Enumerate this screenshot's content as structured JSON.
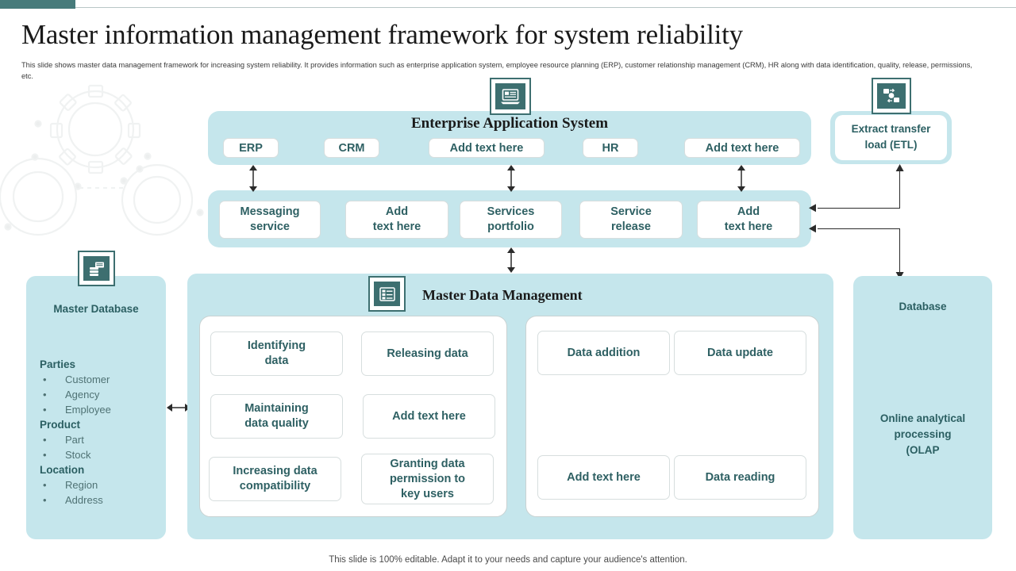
{
  "header": {
    "title": "Master information management framework for system reliability",
    "subtitle": "This slide shows master data management  framework for increasing system reliability. It provides information such as enterprise application system, employee resource planning (ERP),  customer relationship management  (CRM), HR  along with data identification, quality, release, permissions, etc."
  },
  "colors": {
    "accent_dark": "#3d6f70",
    "panel_fill": "#c5e6ec",
    "text_teal": "#2b5f62",
    "topbar": "#477b7b"
  },
  "enterprise_application_system": {
    "title": "Enterprise Application System",
    "icon": "laptop-icon",
    "chips": [
      "ERP",
      "CRM",
      "Add text here",
      "HR",
      "Add text here"
    ]
  },
  "services_band": {
    "chips": [
      "Messaging\nservice",
      "Add\ntext here",
      "Services\nportfolio",
      "Service\nrelease",
      "Add\ntext here"
    ],
    "chip_lines": [
      [
        "Messaging",
        "service"
      ],
      [
        "Add",
        "text here"
      ],
      [
        "Services",
        "portfolio"
      ],
      [
        "Service",
        "release"
      ],
      [
        "Add",
        "text here"
      ]
    ]
  },
  "etl": {
    "icon": "data-transfer-icon",
    "label_lines": [
      "Extract transfer",
      "load (ETL)"
    ]
  },
  "master_database": {
    "icon": "database-stack-icon",
    "heading": "Master Database",
    "groups": [
      {
        "name": "Parties",
        "items": [
          "Customer",
          "Agency",
          "Employee"
        ]
      },
      {
        "name": "Product",
        "items": [
          "Part",
          "Stock"
        ]
      },
      {
        "name": "Location",
        "items": [
          "Region",
          "Address"
        ]
      }
    ]
  },
  "master_data_management": {
    "icon": "server-list-icon",
    "title": "Master Data Management",
    "left_box": {
      "cells": [
        "Identifying\ndata",
        "Releasing data",
        "Maintaining\ndata quality",
        "Add text here",
        "Increasing data\ncompatibility",
        "Granting data\npermission to\nkey users"
      ],
      "cell_lines": [
        [
          "Identifying",
          "data"
        ],
        [
          "Releasing data"
        ],
        [
          "Maintaining",
          "data quality"
        ],
        [
          "Add text here"
        ],
        [
          "Increasing data",
          "compatibility"
        ],
        [
          "Granting data",
          "permission to",
          "key users"
        ]
      ]
    },
    "right_box": {
      "cells": [
        "Data addition",
        "Data update",
        "Add text here",
        "Data reading"
      ]
    }
  },
  "database_panel": {
    "heading": "Database",
    "olap_lines": [
      "Online analytical",
      "processing",
      "(OLAP"
    ]
  },
  "footer": {
    "note": "This slide is 100% editable. Adapt it to your needs and capture your audience's attention."
  }
}
